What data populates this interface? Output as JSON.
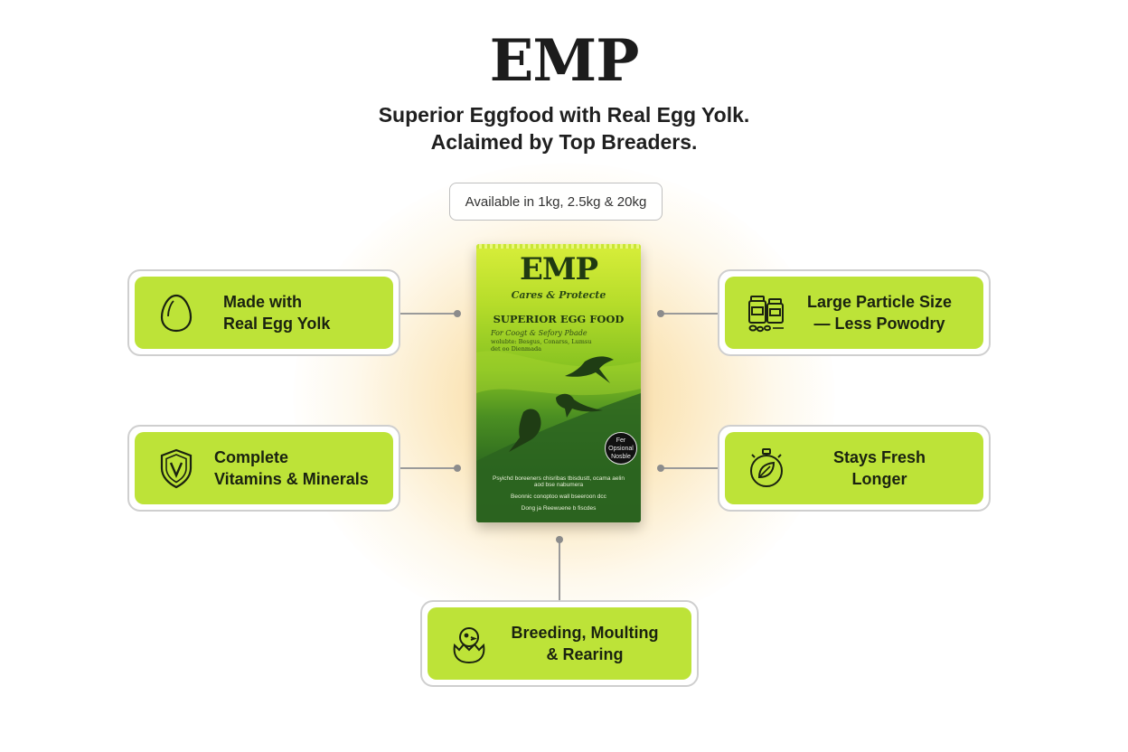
{
  "brand": "EMP",
  "tagline": {
    "line1": "Superior Eggfood with Real Egg Yolk.",
    "line2": "Aclaimed by Top Breaders."
  },
  "sizes_label": "Available in 1kg, 2.5kg & 20kg",
  "colors": {
    "card_fill": "#bde338",
    "card_border": "#cfcfcf",
    "glow": "#f0af3c",
    "bag_top": "#d8ee3a",
    "bag_bottom": "#2a5f1c"
  },
  "features": [
    {
      "id": "egg-yolk",
      "icon": "egg-icon",
      "lines": [
        "Made with",
        "Real Egg Yolk"
      ]
    },
    {
      "id": "vitamins",
      "icon": "shield-v-icon",
      "lines": [
        "Complete",
        "Vitamins & Minerals"
      ]
    },
    {
      "id": "particle-size",
      "icon": "jars-icon",
      "lines": [
        "Large Particle Size",
        "— Less Powodry"
      ]
    },
    {
      "id": "fresh",
      "icon": "stopwatch-leaf-icon",
      "lines": [
        "Stays Fresh",
        "Longer"
      ]
    },
    {
      "id": "breeding",
      "icon": "hatching-chick-icon",
      "lines": [
        "Breeding, Moulting",
        "& Rearing"
      ]
    }
  ],
  "bag": {
    "logo": "EMP",
    "subtitle": "Cares & Protecte",
    "title": "SUPERIOR EGG FOOD",
    "small_line": "For Coogt & Sefory Pbade",
    "small_line2": "wolubte: Besgus, Conarss, Lumsu",
    "small_line3": "det oo Dienmada",
    "badge": [
      "Fer",
      "Opsional",
      "Nosble"
    ],
    "foot1": "Psyichd boreeners chisribas tbisdustt, ocama aelin",
    "foot2": "aod bse nabumera",
    "foot3": "Beonnic conoptoo wall bseeroon dcc",
    "foot4": "Dong ja Reewuene b fiscdes"
  }
}
